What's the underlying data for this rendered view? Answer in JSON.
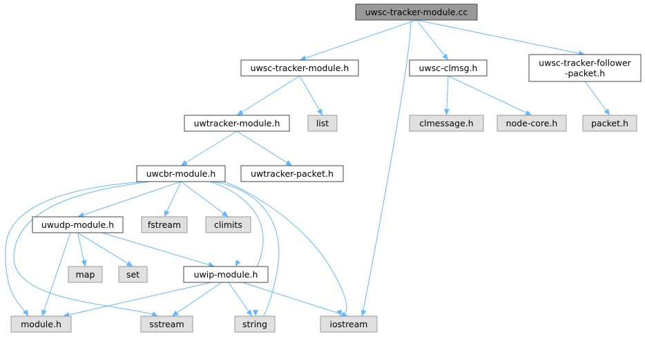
{
  "diagram": {
    "type": "include-dependency-graph",
    "colors": {
      "root_fill": "#999999",
      "local_fill": "#ffffff",
      "system_fill": "#e0e0e0",
      "local_stroke": "#444444",
      "system_stroke": "#999999",
      "edge": "#63b8ff"
    },
    "nodes": [
      {
        "id": "root",
        "label": "uwsc-tracker-module.cc",
        "kind": "root"
      },
      {
        "id": "uwsc_tracker_h",
        "label": "uwsc-tracker-module.h",
        "kind": "local"
      },
      {
        "id": "uwsc_clmsg_h",
        "label": "uwsc-clmsg.h",
        "kind": "local"
      },
      {
        "id": "follower_h",
        "label": "uwsc-tracker-follower\n-packet.h",
        "kind": "local"
      },
      {
        "id": "uwtracker_h",
        "label": "uwtracker-module.h",
        "kind": "local"
      },
      {
        "id": "list",
        "label": "list",
        "kind": "system"
      },
      {
        "id": "clmessage_h",
        "label": "clmessage.h",
        "kind": "system"
      },
      {
        "id": "node_core_h",
        "label": "node-core.h",
        "kind": "system"
      },
      {
        "id": "packet_h",
        "label": "packet.h",
        "kind": "system"
      },
      {
        "id": "uwcbr_h",
        "label": "uwcbr-module.h",
        "kind": "local"
      },
      {
        "id": "uwtracker_packet_h",
        "label": "uwtracker-packet.h",
        "kind": "local"
      },
      {
        "id": "uwudp_h",
        "label": "uwudp-module.h",
        "kind": "local"
      },
      {
        "id": "fstream",
        "label": "fstream",
        "kind": "system"
      },
      {
        "id": "climits",
        "label": "climits",
        "kind": "system"
      },
      {
        "id": "map",
        "label": "map",
        "kind": "system"
      },
      {
        "id": "set",
        "label": "set",
        "kind": "system"
      },
      {
        "id": "uwip_h",
        "label": "uwip-module.h",
        "kind": "local"
      },
      {
        "id": "module_h",
        "label": "module.h",
        "kind": "system"
      },
      {
        "id": "sstream",
        "label": "sstream",
        "kind": "system"
      },
      {
        "id": "string",
        "label": "string",
        "kind": "system"
      },
      {
        "id": "iostream",
        "label": "iostream",
        "kind": "system"
      }
    ],
    "edges": [
      [
        "root",
        "uwsc_tracker_h"
      ],
      [
        "root",
        "iostream"
      ],
      [
        "root",
        "uwsc_clmsg_h"
      ],
      [
        "root",
        "follower_h"
      ],
      [
        "uwsc_tracker_h",
        "uwtracker_h"
      ],
      [
        "uwsc_tracker_h",
        "list"
      ],
      [
        "uwsc_clmsg_h",
        "clmessage_h"
      ],
      [
        "uwsc_clmsg_h",
        "node_core_h"
      ],
      [
        "follower_h",
        "packet_h"
      ],
      [
        "uwtracker_h",
        "uwcbr_h"
      ],
      [
        "uwtracker_h",
        "uwtracker_packet_h"
      ],
      [
        "uwcbr_h",
        "uwudp_h"
      ],
      [
        "uwcbr_h",
        "fstream"
      ],
      [
        "uwcbr_h",
        "climits"
      ],
      [
        "uwcbr_h",
        "uwip_h"
      ],
      [
        "uwcbr_h",
        "module_h"
      ],
      [
        "uwcbr_h",
        "sstream"
      ],
      [
        "uwcbr_h",
        "string"
      ],
      [
        "uwcbr_h",
        "iostream"
      ],
      [
        "uwudp_h",
        "map"
      ],
      [
        "uwudp_h",
        "set"
      ],
      [
        "uwudp_h",
        "uwip_h"
      ],
      [
        "uwudp_h",
        "module_h"
      ],
      [
        "uwip_h",
        "module_h"
      ],
      [
        "uwip_h",
        "sstream"
      ],
      [
        "uwip_h",
        "string"
      ],
      [
        "uwip_h",
        "iostream"
      ]
    ]
  }
}
